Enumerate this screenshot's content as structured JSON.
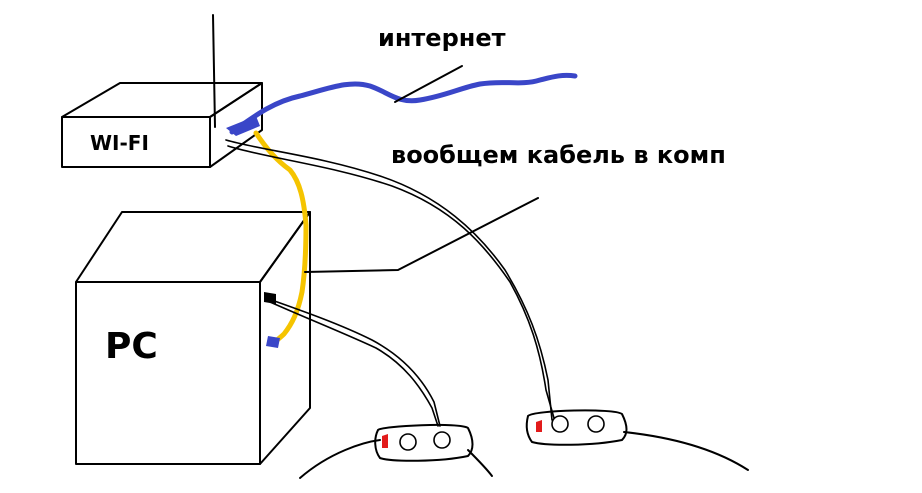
{
  "labels": {
    "router": "WI-FI",
    "pc": "PC",
    "internet": "интернет",
    "cable_note": "вообщем кабель в комп"
  },
  "colors": {
    "ink": "#000000",
    "internet_cable": "#3a46c8",
    "lan_cable": "#f5c400",
    "outlet_dot": "#e21b1b",
    "background": "#ffffff"
  }
}
